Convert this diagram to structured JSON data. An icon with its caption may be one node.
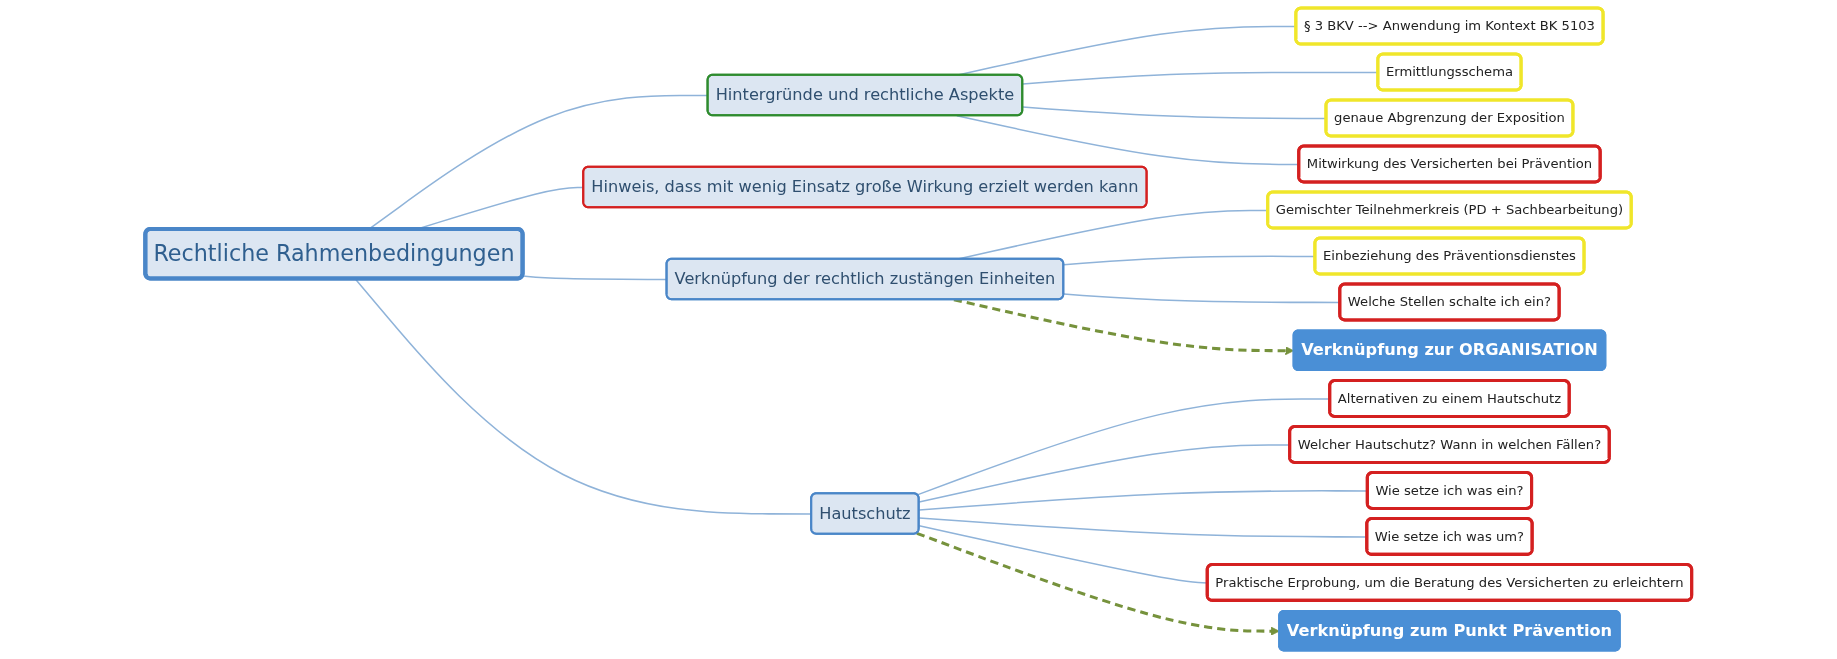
{
  "diagram": {
    "nodes": [
      {
        "text": [
          "Rechtliche Rahmenbedingungen"
        ]
      },
      {
        "text": [
          "Hintergründe und rechtliche Aspekte"
        ]
      },
      {
        "text": [
          "§ 3 BKV --> Anwendung im Kontext BK 5103"
        ]
      },
      {
        "text": [
          "Ermittlungsschema"
        ]
      },
      {
        "text": [
          "genaue Abgrenzung der Exposition"
        ]
      },
      {
        "text": [
          "Mitwirkung des Versicherten bei Prävention"
        ]
      },
      {
        "text": [
          "Hinweis, dass mit wenig Einsatz große Wirkung erzielt werden kann"
        ]
      },
      {
        "text": [
          "Verknüpfung der rechtlich zustängen Einheiten"
        ]
      },
      {
        "text": [
          "Gemischter Teilnehmerkreis (PD + Sachbearbeitung)"
        ]
      },
      {
        "text": [
          "Einbeziehung des Präventionsdienstes"
        ]
      },
      {
        "text": [
          "Welche Stellen schalte ich ein?"
        ]
      },
      {
        "text": [
          "Hautschutz"
        ]
      },
      {
        "text": [
          "Alternativen zu einem Hautschutz"
        ]
      },
      {
        "text": [
          "Welcher Hautschutz? Wann in welchen Fällen?"
        ]
      },
      {
        "text": [
          "Wie setze ich was ein?"
        ]
      },
      {
        "text": [
          "Wie setze ich was um?"
        ]
      },
      {
        "text": [
          "Praktische Erprobung, um die Beratung des Versicherten zu erleichtern"
        ]
      },
      {
        "text": [
          "Verknüpfung zur ORGANISATION"
        ]
      },
      {
        "text": [
          "Verknüpfung zum Punkt Prävention"
        ]
      }
    ],
    "edges": [
      {
        "from": 0,
        "to": 1,
        "arrow": "none"
      },
      {
        "from": 0,
        "to": 6,
        "arrow": "none"
      },
      {
        "from": 0,
        "to": 7,
        "arrow": "none"
      },
      {
        "from": 0,
        "to": 11,
        "arrow": "none"
      },
      {
        "from": 1,
        "to": 2,
        "arrow": "none"
      },
      {
        "from": 1,
        "to": 3,
        "arrow": "none"
      },
      {
        "from": 1,
        "to": 4,
        "arrow": "none"
      },
      {
        "from": 1,
        "to": 5,
        "arrow": "none"
      },
      {
        "from": 7,
        "to": 8,
        "arrow": "none"
      },
      {
        "from": 7,
        "to": 9,
        "arrow": "none"
      },
      {
        "from": 7,
        "to": 10,
        "arrow": "none"
      },
      {
        "from": 11,
        "to": 12,
        "arrow": "none"
      },
      {
        "from": 11,
        "to": 13,
        "arrow": "none"
      },
      {
        "from": 11,
        "to": 14,
        "arrow": "none"
      },
      {
        "from": 11,
        "to": 15,
        "arrow": "none"
      },
      {
        "from": 11,
        "to": 16,
        "arrow": "none"
      },
      {
        "from": 7,
        "to": 17,
        "arrow": "to",
        "style": "dashed",
        "color": "#76923c"
      },
      {
        "from": 11,
        "to": 18,
        "arrow": "to",
        "style": "dashed",
        "color": "#76923c"
      }
    ]
  }
}
